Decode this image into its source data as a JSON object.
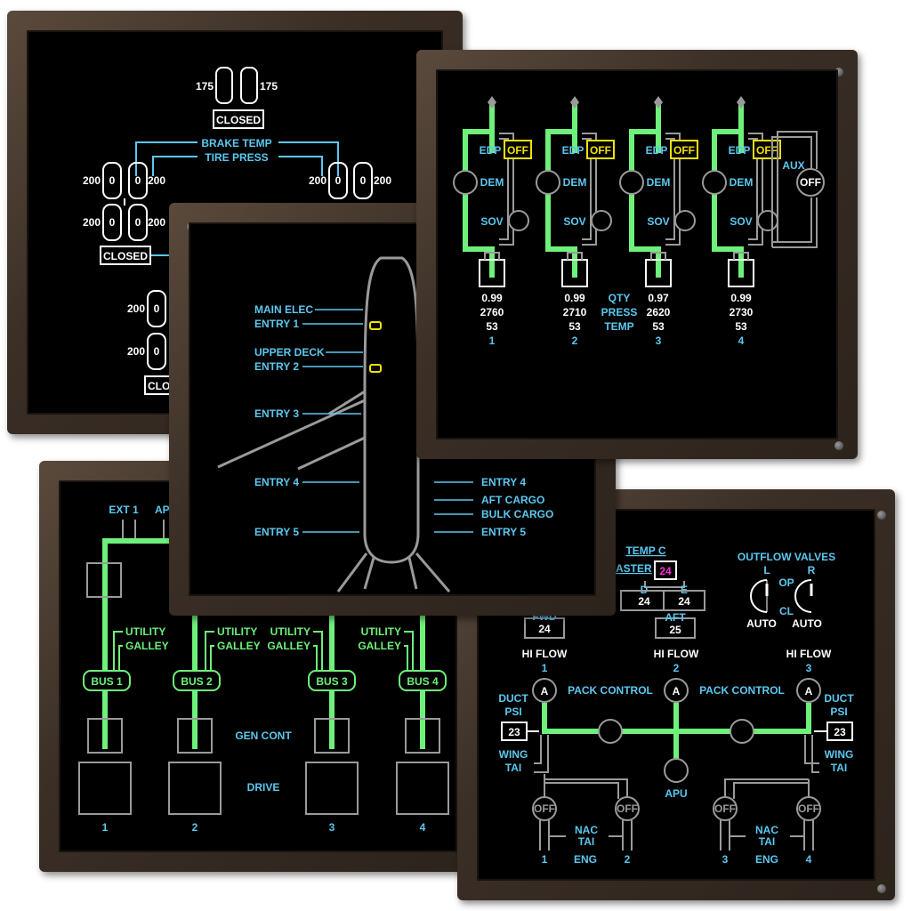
{
  "gear": {
    "top_temps": [
      "175",
      "175"
    ],
    "closed_1": "CLOSED",
    "brake_temp": "BRAKE TEMP",
    "tire_press": "TIRE PRESS",
    "row1": [
      "200",
      "0",
      "0",
      "200",
      "200",
      "0",
      "0",
      "200"
    ],
    "row2": [
      "200",
      "0",
      "0",
      "200"
    ],
    "closed_2": "CLOSED",
    "row3": [
      "200",
      "0"
    ],
    "row4": [
      "200",
      "0"
    ],
    "closed_3": "CLO"
  },
  "doors": {
    "left": [
      "MAIN ELEC",
      "ENTRY 1",
      "UPPER DECK",
      "ENTRY 2",
      "ENTRY 3",
      "ENTRY 4",
      "ENTRY 5"
    ],
    "right": [
      "ENTRY 4",
      "AFT CARGO",
      "BULK CARGO",
      "ENTRY 5"
    ]
  },
  "hyd": {
    "edp": "EDP",
    "off": "OFF",
    "dem": "DEM",
    "sov": "SOV",
    "aux": "AUX",
    "aux_off": "OFF",
    "legend": [
      "QTY",
      "PRESS",
      "TEMP"
    ],
    "systems": [
      {
        "qty": "0.99",
        "press": "2760",
        "temp": "53",
        "num": "1"
      },
      {
        "qty": "0.99",
        "press": "2710",
        "temp": "53",
        "num": "2"
      },
      {
        "qty": "0.97",
        "press": "2620",
        "temp": "53",
        "num": "3"
      },
      {
        "qty": "0.99",
        "press": "2730",
        "temp": "53",
        "num": "4"
      }
    ]
  },
  "elec": {
    "ext1": "EXT 1",
    "ap": "AP",
    "utility": "UTILITY",
    "galley": "GALLEY",
    "buses": [
      "BUS 1",
      "BUS 2",
      "BUS 3",
      "BUS 4"
    ],
    "gen_cont": "GEN CONT",
    "drive": "DRIVE",
    "nums": [
      "1",
      "2",
      "3",
      "4"
    ]
  },
  "air": {
    "temp_c": "TEMP C",
    "master": "ASTER",
    "master_val": "24",
    "fwd": "FWD",
    "fwd_val": "24",
    "d": "D",
    "d_val": "24",
    "e": "E",
    "e_val": "24",
    "aft": "AFT",
    "aft_val": "25",
    "outflow": "OUTFLOW VALVES",
    "l": "L",
    "r": "R",
    "op": "OP",
    "cl": "CL",
    "auto_l": "AUTO",
    "auto_r": "AUTO",
    "hi_flow": "HI FLOW",
    "packs": [
      "1",
      "2",
      "3"
    ],
    "pack_a": "A",
    "pack_control": "PACK CONTROL",
    "duct_psi_1": "DUCT",
    "duct_psi_2": "PSI",
    "duct_l": "23",
    "duct_r": "23",
    "wing_tai_1": "WING",
    "wing_tai_2": "TAI",
    "apu": "APU",
    "off": "OFF",
    "nac_tai_1": "NAC",
    "nac_tai_2": "TAI",
    "eng": "ENG",
    "eng_nums": [
      "1",
      "2",
      "3",
      "4"
    ]
  }
}
